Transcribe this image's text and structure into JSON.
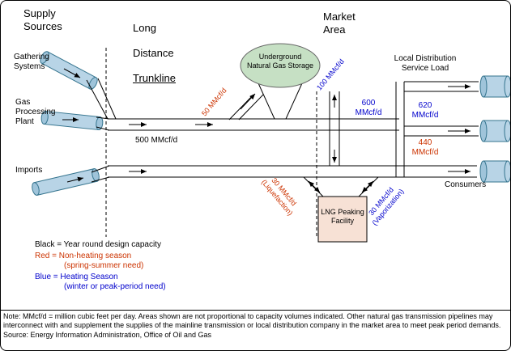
{
  "titles": {
    "supply": "Supply\nSources",
    "long1": "Long",
    "long2": "Distance",
    "long3": "Trunkline",
    "market": "Market\nArea"
  },
  "supply_items": {
    "gathering": "Gathering\nSystems",
    "processing": "Gas\nProcessing\nPlant",
    "imports": "Imports"
  },
  "flows": {
    "trunkline": "500 MMcf/d",
    "storage_injection": "50 MMcf/d",
    "storage_withdrawal": "100 MMcf/d",
    "market_total": "600\nMMcf/d",
    "heating": "620\nMMcf/d",
    "nonheating": "440\nMMcf/d",
    "liquefaction": "30 MMcf/d\n(Liquefaction)",
    "vaporization": "30 MMcf/d\n(Vaporization)"
  },
  "facilities": {
    "storage": "Underground\nNatural Gas Storage",
    "lng": "LNG Peaking\nFacility",
    "ldc": "Local Distribution\nService Load",
    "consumers": "Consumers"
  },
  "legend": {
    "black": "Black = Year round design capacity",
    "red": "Red = Non-heating season",
    "red_sub": "(spring-summer need)",
    "blue": "Blue = Heating Season",
    "blue_sub": "(winter or peak-period need)"
  },
  "footer": {
    "note": "Note: MMcf/d = million cubic feet per day. Areas shown are not proportional to capacity volumes indicated. Other natural gas transmission pipelines may interconnect with and supplement the supplies of the mainline transmission or local distribution company in the market area to meet peak period demands.",
    "source": "Source: Energy Information Administration, Office of Oil and Gas"
  },
  "colors": {
    "red": "#cc3300",
    "blue": "#0000cc",
    "storage_fill": "#c6e0c4",
    "lng_fill": "#f7e1d5",
    "pipe_fill": "#b8d4e6",
    "pipe_cap_fill": "#9fc4da",
    "pipe_stroke": "#35748e"
  }
}
